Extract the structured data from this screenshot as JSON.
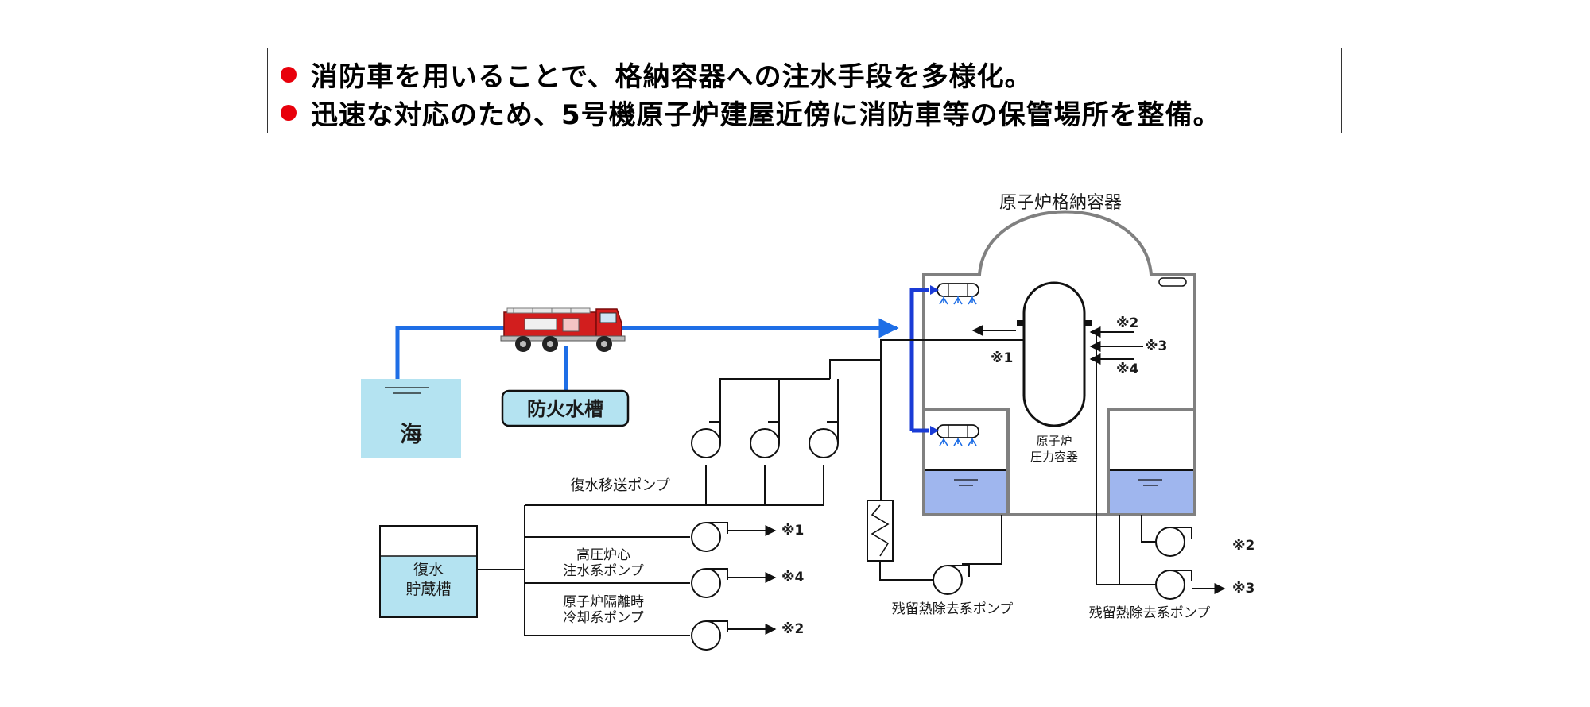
{
  "summary": {
    "bullets": [
      "消防車を用いることで、格納容器への注水手段を多様化。",
      "迅速な対応のため、5号機原子炉建屋近傍に消防車等の保管場所を整備。"
    ]
  },
  "labels": {
    "containment": "原子炉格納容器",
    "sea": "海",
    "fire_tank": "防火水槽",
    "condensate_tank_line1": "復水",
    "condensate_tank_line2": "貯蔵槽",
    "transfer_pumps": "復水移送ポンプ",
    "hpci_line1": "高圧炉心",
    "hpci_line2": "注水系ポンプ",
    "rcic_line1": "原子炉隔離時",
    "rcic_line2": "冷却系ポンプ",
    "rhr_left": "残留熱除去系ポンプ",
    "rhr_right": "残留熱除去系ポンプ",
    "rpv_line1": "原子炉",
    "rpv_line2": "圧力容器"
  },
  "markers": {
    "m1": "※1",
    "m2": "※2",
    "m3": "※3",
    "m4": "※4"
  },
  "colors": {
    "water_line": "#1e6ee6",
    "spray_line": "#1a3bd6",
    "sea_fill": "#b4e3f1",
    "pool_fill": "#9fb6ee",
    "structure": "#808080",
    "bullet": "#e8000b"
  }
}
